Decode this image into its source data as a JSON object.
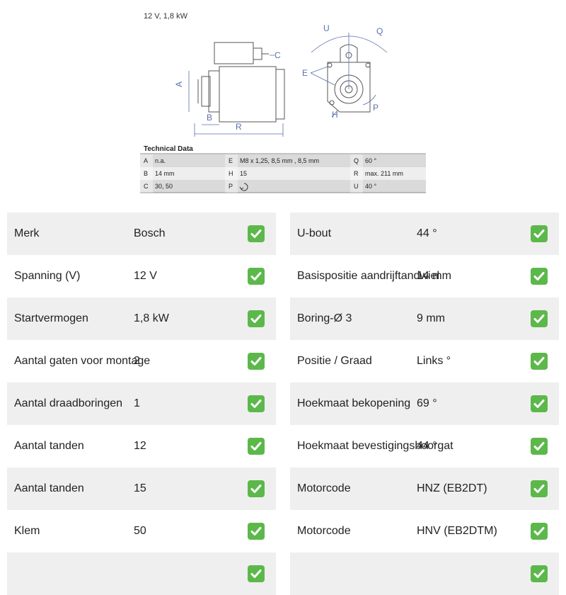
{
  "drawing": {
    "header": "12 V, 1,8 kW",
    "table_title": "Technical Data",
    "dimension_letters": [
      "A",
      "B",
      "C",
      "E",
      "H",
      "P",
      "Q",
      "R",
      "U"
    ],
    "table_rows": [
      [
        {
          "k": "A",
          "v": "n.a."
        },
        {
          "k": "E",
          "v": "M8 x 1,25, 8,5 mm , 8,5 mm"
        },
        {
          "k": "Q",
          "v": "60 °"
        }
      ],
      [
        {
          "k": "B",
          "v": "14 mm"
        },
        {
          "k": "H",
          "v": "15"
        },
        {
          "k": "R",
          "v": "max. 211 mm"
        }
      ],
      [
        {
          "k": "C",
          "v": "30, 50"
        },
        {
          "k": "P",
          "v": ""
        },
        {
          "k": "U",
          "v": "40 °"
        }
      ]
    ]
  },
  "specs_left": [
    {
      "label": "Merk",
      "value": "Bosch"
    },
    {
      "label": "Spanning (V)",
      "value": "12 V"
    },
    {
      "label": "Startvermogen",
      "value": "1,8 kW"
    },
    {
      "label": "Aantal gaten voor montage",
      "value": "2"
    },
    {
      "label": "Aantal draadboringen",
      "value": "1"
    },
    {
      "label": "Aantal tanden",
      "value": "12"
    },
    {
      "label": "Aantal tanden",
      "value": "15"
    },
    {
      "label": "Klem",
      "value": "50"
    },
    {
      "label": "",
      "value": ""
    }
  ],
  "specs_right": [
    {
      "label": "U-bout",
      "value": "44 °"
    },
    {
      "label": "Basispositie aandrijftandwiel",
      "value": "14 mm"
    },
    {
      "label": "Boring-Ø 3",
      "value": "9 mm"
    },
    {
      "label": "Positie / Graad",
      "value": "Links °"
    },
    {
      "label": "Hoekmaat bekopening",
      "value": "69 °"
    },
    {
      "label": "Hoekmaat bevestigingsboorgat",
      "value": "44 °"
    },
    {
      "label": "Motorcode",
      "value": "HNZ (EB2DT)"
    },
    {
      "label": "Motorcode",
      "value": "HNV (EB2DTM)"
    },
    {
      "label": "",
      "value": ""
    }
  ],
  "icons": {
    "check": "check-mark-icon",
    "rotation": "rotation-arrow-icon"
  },
  "colors": {
    "check_green": "#5cb84a",
    "row_shade": "#efefef",
    "line_blue": "#5a6fb0"
  }
}
